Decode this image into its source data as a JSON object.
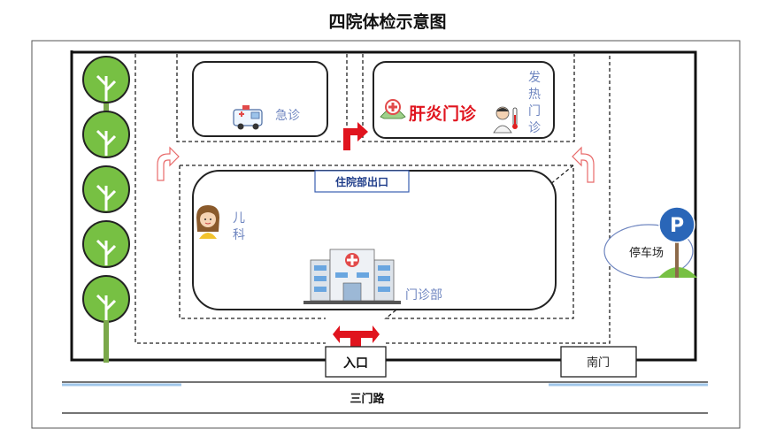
{
  "title": "四院体检示意图",
  "buildings": {
    "emergency": "急诊",
    "hepatitis_clinic": "肝炎门诊",
    "fever_clinic": [
      "发",
      "热",
      "门",
      "诊"
    ],
    "pediatrics": [
      "儿",
      "科"
    ],
    "outpatient": "门诊部",
    "inpatient_exit": "住院部出口"
  },
  "gates": {
    "entrance": "入口",
    "south_gate": "南门"
  },
  "parking": {
    "label": "停车场",
    "sign": "P"
  },
  "road": "三门路",
  "colors": {
    "route_red": "#e0141e",
    "arrow_outline": "#e86a6a",
    "label_blue": "#6f86c0",
    "tree_green": "#77c043",
    "parking_blue": "#2a66b8"
  },
  "icons": [
    "ambulance-icon",
    "hospital-cross-icon",
    "doctor-thermometer-icon",
    "child-icon",
    "hospital-building-icon",
    "parking-sign-icon",
    "tree-icon"
  ]
}
